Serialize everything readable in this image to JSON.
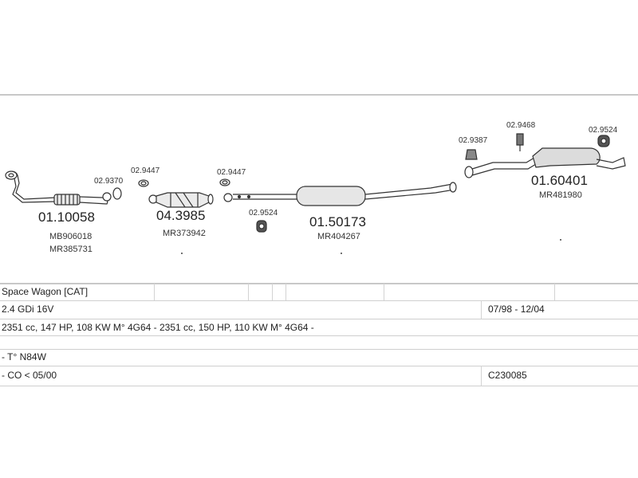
{
  "parts": [
    {
      "id": "p1",
      "number": "01.10058",
      "oe": [
        "MB906018",
        "MR385731"
      ]
    },
    {
      "id": "p2",
      "number": "04.3985",
      "oe": [
        "MR373942"
      ]
    },
    {
      "id": "p3",
      "number": "01.50173",
      "oe": [
        "MR404267"
      ]
    },
    {
      "id": "p4",
      "number": "01.60401",
      "oe": [
        "MR481980"
      ]
    }
  ],
  "accessories": {
    "a1": "02.9370",
    "a2": "02.9447",
    "a3": "02.9447",
    "a4": "02.9524",
    "a5": "02.9387",
    "a6": "02.9468",
    "a7": "02.9524"
  },
  "table": {
    "row1": {
      "model": "Space Wagon  [CAT]"
    },
    "row2": {
      "engine": "2.4 GDi 16V",
      "years": "07/98 - 12/04"
    },
    "row3": {
      "spec": "2351 cc, 147 HP, 108 KW M° 4G64 - 2351 cc, 150 HP, 110 KW M° 4G64 -"
    },
    "row4": {
      "type": "- T° N84W"
    },
    "row5": {
      "note": "- CO < 05/00",
      "code": "C230085"
    }
  }
}
